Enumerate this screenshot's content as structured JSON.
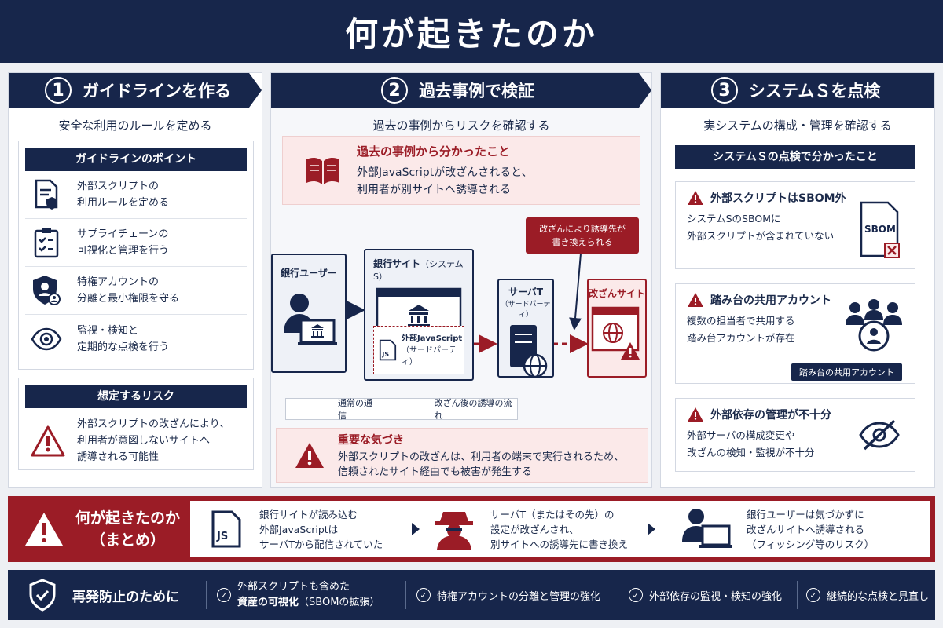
{
  "title": "何が起きたのか",
  "columns": [
    {
      "num": "1",
      "heading": "ガイドラインを作る",
      "subtitle": "安全な利用のルールを定める"
    },
    {
      "num": "2",
      "heading": "過去事例で検証",
      "subtitle": "過去の事例からリスクを確認する"
    },
    {
      "num": "3",
      "heading": "システムＳを点検",
      "subtitle": "実システムの構成・管理を確認する"
    }
  ],
  "guideline": {
    "box_title": "ガイドラインのポイント",
    "items": [
      {
        "l1": "外部スクリプトの",
        "l2": "利用ルールを定める"
      },
      {
        "l1": "サプライチェーンの",
        "l2": "可視化と管理を行う"
      },
      {
        "l1": "特権アカウントの",
        "l2": "分離と最小権限を守る"
      },
      {
        "l1": "監視・検知と",
        "l2": "定期的な点検を行う"
      }
    ],
    "risk_title": "想定するリスク",
    "risk_lines": [
      "外部スクリプトの改ざんにより、",
      "利用者が意図しないサイトへ",
      "誘導される可能性"
    ]
  },
  "case": {
    "lesson_title": "過去の事例から分かったこと",
    "lesson_l1": "外部JavaScriptが改ざんされると、",
    "lesson_l2": "利用者が別サイトへ誘導される",
    "callout_l1": "改ざんにより誘導先が",
    "callout_l2": "書き換えられる",
    "user_label": "銀行ユーザー",
    "bank_label": "銀行サイト",
    "bank_sub": "（システムS）",
    "js_label": "外部JavaScript",
    "js_sub": "（サードパーティ）",
    "js_icon": "JS",
    "server_label": "サーバT",
    "server_sub": "（サードパーティ）",
    "fake_label": "改ざんサイト",
    "legend_normal": "通常の通信",
    "legend_tampered": "改ざん後の誘導の流れ",
    "insight_title": "重要な気づき",
    "insight_l1": "外部スクリプトの改ざんは、利用者の端末で実行されるため、",
    "insight_l2": "信頼されたサイト経由でも被害が発生する"
  },
  "system": {
    "box_title": "システムＳの点検で分かったこと",
    "finding1_title": "外部スクリプトはSBOM外",
    "finding1_l1": "システムSのSBOMに",
    "finding1_l2": "外部スクリプトが含まれていない",
    "sbom_label": "SBOM",
    "finding2_title": "踏み台の共用アカウント",
    "finding2_l1": "複数の担当者で共用する",
    "finding2_l2": "踏み台アカウントが存在",
    "finding2_tag": "踏み台の共用アカウント",
    "finding3_title": "外部依存の管理が不十分",
    "finding3_l1": "外部サーバの構成変更や",
    "finding3_l2": "改ざんの検知・監視が不十分"
  },
  "summary": {
    "title_l1": "何が起きたのか",
    "title_l2": "（まとめ）",
    "step1": [
      "銀行サイトが読み込む",
      "外部JavaScriptは",
      "サーバTから配信されていた"
    ],
    "step2": [
      "サーバT（またはその先）の",
      "設定が改ざんされ、",
      "別サイトへの誘導先に書き換え"
    ],
    "step3": [
      "銀行ユーザーは気づかずに",
      "改ざんサイトへ誘導される",
      "（フィッシング等のリスク）"
    ]
  },
  "prevention": {
    "title": "再発防止のために",
    "item1_l1": "外部スクリプトも含めた",
    "item1_bold": "資産の可視化",
    "item1_rest": "（SBOMの拡張）",
    "item2": "特権アカウントの分離と管理の強化",
    "item3": "外部依存の監視・検知の強化",
    "item4": "継続的な点検と見直し"
  },
  "colors": {
    "navy": "#17264b",
    "crimson": "#9b1c26",
    "pink": "#fbe9e9"
  }
}
